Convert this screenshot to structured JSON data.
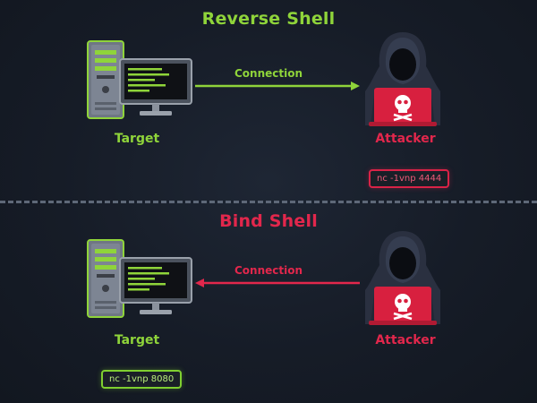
{
  "reverse": {
    "title": "Reverse Shell",
    "connection_label": "Connection",
    "target_label": "Target",
    "attacker_label": "Attacker",
    "command": "nc -1vnp 4444",
    "accent": "#8fd43a"
  },
  "bind": {
    "title": "Bind Shell",
    "connection_label": "Connection",
    "target_label": "Target",
    "attacker_label": "Attacker",
    "command": "nc -1vnp 8080",
    "accent": "#e2274c"
  },
  "icons": [
    "server-tower-icon",
    "monitor-icon",
    "hooded-hacker-icon",
    "skull-icon",
    "arrow-icon"
  ]
}
